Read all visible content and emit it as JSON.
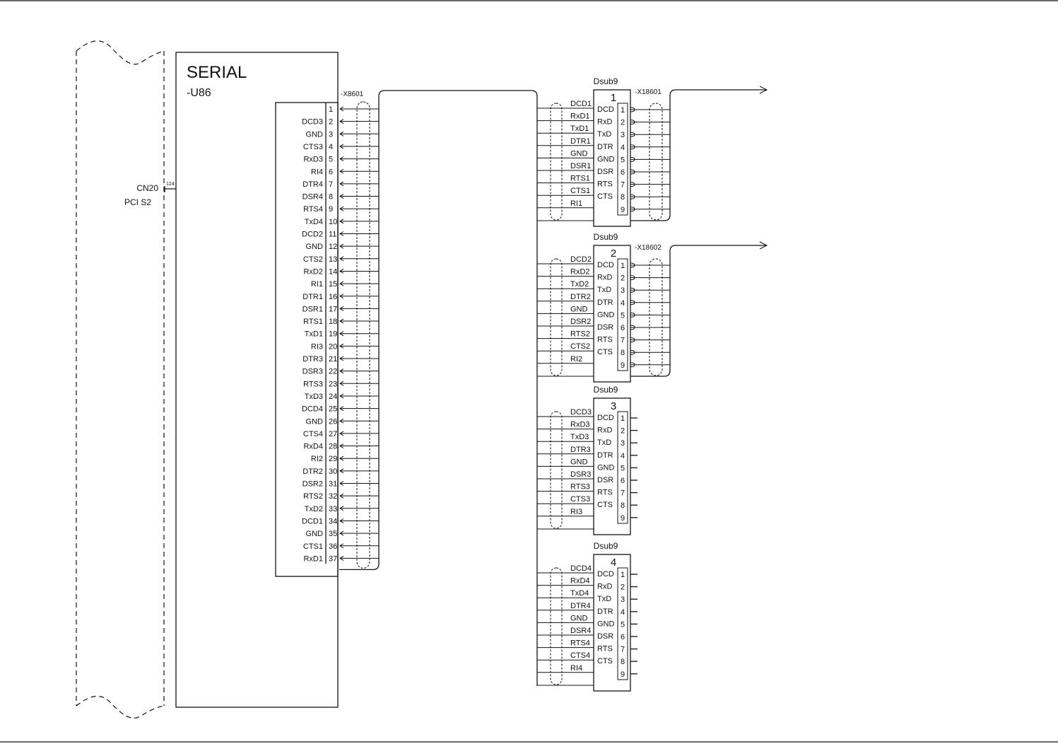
{
  "cabinet": {
    "connector_label": "CN20",
    "connector_pin": "124",
    "slot_label": "PCI S2"
  },
  "serial_card": {
    "title": "SERIAL",
    "device_tag": "-U86",
    "cable_tag": "-X8601",
    "pins": [
      {
        "pin": "1",
        "signal": ""
      },
      {
        "pin": "2",
        "signal": "DCD3"
      },
      {
        "pin": "3",
        "signal": "GND"
      },
      {
        "pin": "4",
        "signal": "CTS3"
      },
      {
        "pin": "5",
        "signal": "RxD3"
      },
      {
        "pin": "6",
        "signal": "RI4"
      },
      {
        "pin": "7",
        "signal": "DTR4"
      },
      {
        "pin": "8",
        "signal": "DSR4"
      },
      {
        "pin": "9",
        "signal": "RTS4"
      },
      {
        "pin": "10",
        "signal": "TxD4"
      },
      {
        "pin": "11",
        "signal": "DCD2"
      },
      {
        "pin": "12",
        "signal": "GND"
      },
      {
        "pin": "13",
        "signal": "CTS2"
      },
      {
        "pin": "14",
        "signal": "RxD2"
      },
      {
        "pin": "15",
        "signal": "RI1"
      },
      {
        "pin": "16",
        "signal": "DTR1"
      },
      {
        "pin": "17",
        "signal": "DSR1"
      },
      {
        "pin": "18",
        "signal": "RTS1"
      },
      {
        "pin": "19",
        "signal": "TxD1"
      },
      {
        "pin": "20",
        "signal": "RI3"
      },
      {
        "pin": "21",
        "signal": "DTR3"
      },
      {
        "pin": "22",
        "signal": "DSR3"
      },
      {
        "pin": "23",
        "signal": "RTS3"
      },
      {
        "pin": "24",
        "signal": "TxD3"
      },
      {
        "pin": "25",
        "signal": "DCD4"
      },
      {
        "pin": "26",
        "signal": "GND"
      },
      {
        "pin": "27",
        "signal": "CTS4"
      },
      {
        "pin": "28",
        "signal": "RxD4"
      },
      {
        "pin": "29",
        "signal": "RI2"
      },
      {
        "pin": "30",
        "signal": "DTR2"
      },
      {
        "pin": "31",
        "signal": "DSR2"
      },
      {
        "pin": "32",
        "signal": "RTS2"
      },
      {
        "pin": "33",
        "signal": "TxD2"
      },
      {
        "pin": "34",
        "signal": "DCD1"
      },
      {
        "pin": "35",
        "signal": "GND"
      },
      {
        "pin": "36",
        "signal": "CTS1"
      },
      {
        "pin": "37",
        "signal": "RxD1"
      }
    ]
  },
  "dsub_pin_names": [
    "DCD",
    "RxD",
    "TxD",
    "DTR",
    "GND",
    "DSR",
    "RTS",
    "CTS"
  ],
  "dsub_pin_numbers": [
    "1",
    "2",
    "3",
    "4",
    "5",
    "6",
    "7",
    "8",
    "9"
  ],
  "dsubs": [
    {
      "type_label": "Dsub9",
      "number": "1",
      "cable_tag": "-X18601",
      "has_output": true,
      "wires": [
        "DCD1",
        "RxD1",
        "TxD1",
        "DTR1",
        "GND",
        "DSR1",
        "RTS1",
        "CTS1",
        "RI1"
      ]
    },
    {
      "type_label": "Dsub9",
      "number": "2",
      "cable_tag": "-X18602",
      "has_output": true,
      "wires": [
        "DCD2",
        "RxD2",
        "TxD2",
        "DTR2",
        "GND",
        "DSR2",
        "RTS2",
        "CTS2",
        "RI2"
      ]
    },
    {
      "type_label": "Dsub9",
      "number": "3",
      "cable_tag": "",
      "has_output": false,
      "wires": [
        "DCD3",
        "RxD3",
        "TxD3",
        "DTR3",
        "GND",
        "DSR3",
        "RTS3",
        "CTS3",
        "RI3"
      ]
    },
    {
      "type_label": "Dsub9",
      "number": "4",
      "cable_tag": "",
      "has_output": false,
      "wires": [
        "DCD4",
        "RxD4",
        "TxD4",
        "DTR4",
        "GND",
        "DSR4",
        "RTS4",
        "CTS4",
        "RI4"
      ]
    }
  ]
}
